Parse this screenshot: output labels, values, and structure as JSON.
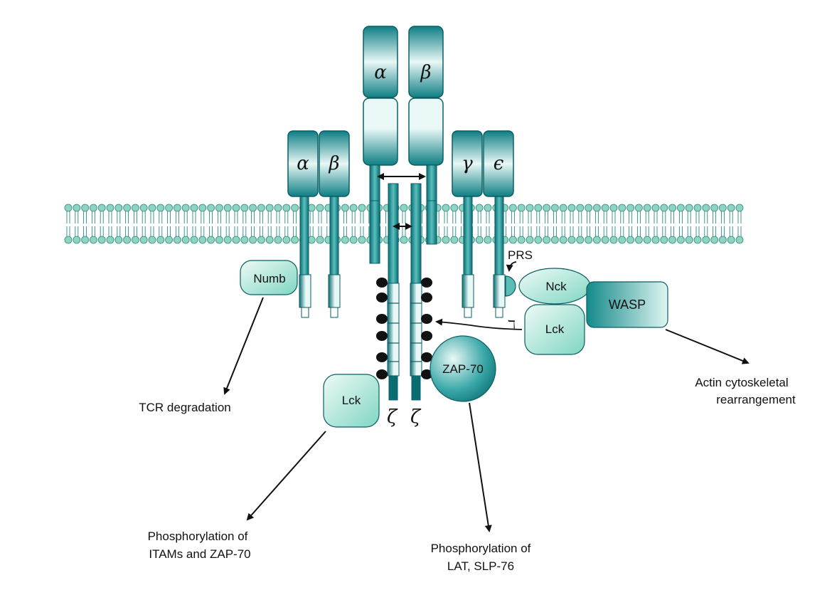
{
  "subunits": {
    "tcr_alpha": "α",
    "tcr_beta": "β",
    "cd3_left_alpha": "α",
    "cd3_left_beta": "β",
    "cd3_gamma": "γ",
    "cd3_epsilon": "ϵ",
    "zeta_left": "ζ",
    "zeta_right": "ζ"
  },
  "molecules": {
    "numb": "Numb",
    "nck": "Nck",
    "wasp": "WASP",
    "lck_top": "Lck",
    "lck_bottom": "Lck",
    "zap70": "ZAP-70",
    "prs": "PRS"
  },
  "outcomes": {
    "tcr_degradation": "TCR degradation",
    "actin_line1": "Actin cytoskeletal",
    "actin_line2": "rearrangement",
    "itam_line1": "Phosphorylation of",
    "itam_line2": "ITAMs and ZAP-70",
    "lat_line1": "Phosphorylation of",
    "lat_line2": "LAT, SLP-76"
  },
  "colors": {
    "teal_dark": "#0e7e84",
    "teal_light": "#d9f4f0",
    "mint": "#9fe3d2",
    "membrane": "#8fd3c2"
  }
}
